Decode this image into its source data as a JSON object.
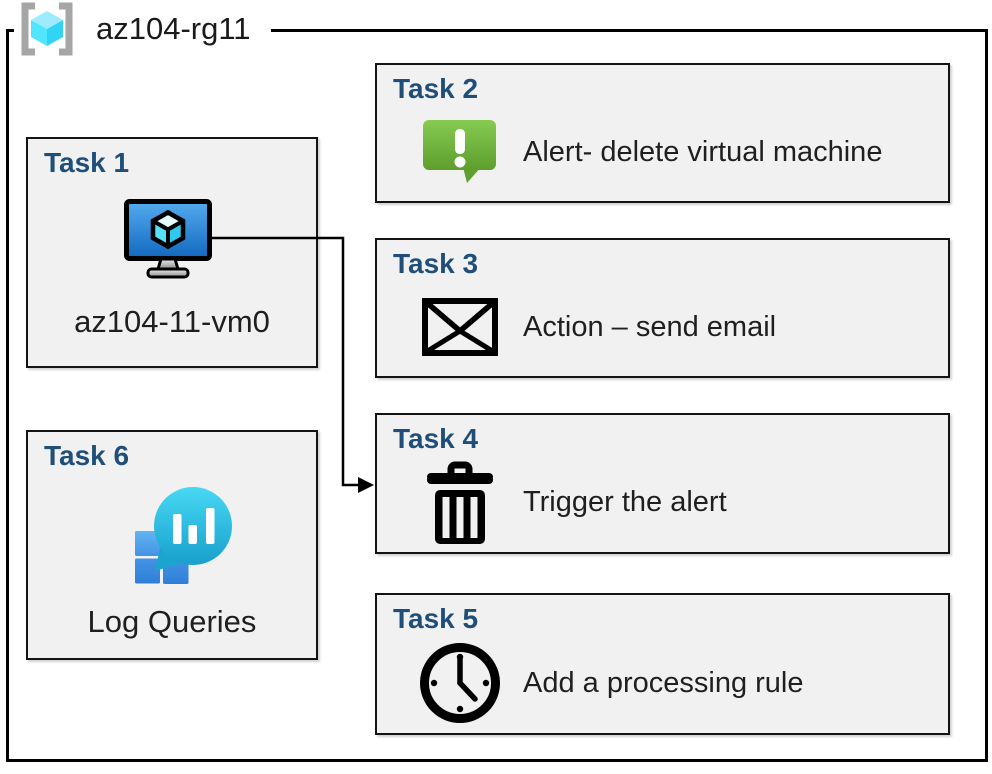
{
  "header": {
    "title": "az104-rg11",
    "icon": "resource-group-icon"
  },
  "tasks": {
    "t1": {
      "label": "Task 1",
      "caption": "az104-11-vm0",
      "icon": "virtual-machine-icon"
    },
    "t2": {
      "label": "Task 2",
      "text": "Alert- delete virtual machine",
      "icon": "alert-icon"
    },
    "t3": {
      "label": "Task 3",
      "text": "Action – send email",
      "icon": "email-icon"
    },
    "t4": {
      "label": "Task 4",
      "text": "Trigger the alert",
      "icon": "trash-icon"
    },
    "t5": {
      "label": "Task 5",
      "text": "Add a processing rule",
      "icon": "clock-icon"
    },
    "t6": {
      "label": "Task 6",
      "caption": "Log Queries",
      "icon": "log-analytics-icon"
    }
  },
  "connector": {
    "from": "Task 1 az104-11-vm0",
    "to": "Task 4 Trigger the alert"
  },
  "colors": {
    "task_title": "#1F4E79",
    "box_fill": "#F1F1F1",
    "border": "#000000",
    "alert_green": "#6FB83C",
    "vm_screen_blue": "#2B83D6",
    "log_analytics_teal": "#2BBFE4",
    "log_analytics_blue": "#3C8FE0",
    "resource_group_cyan": "#50E6FF",
    "bracket_gray": "#A6A6A6"
  }
}
